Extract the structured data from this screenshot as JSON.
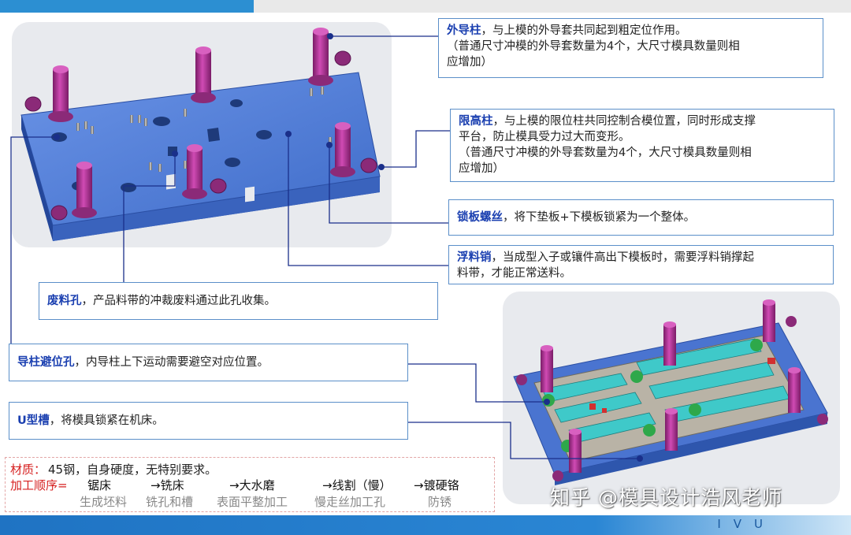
{
  "callouts": {
    "outer_guide": {
      "title": "外导柱",
      "line1": "，与上模的外导套共同起到粗定位作用。",
      "line2": "（普通尺寸冲模的外导套数量为4个，大尺寸模具数量则相",
      "line3": "应增加）"
    },
    "height_limit": {
      "title": "限高柱",
      "line1": "，与上模的限位柱共同控制合模位置，同时形成支撑",
      "line2": "平台，防止模具受力过大而变形。",
      "line3": "（普通尺寸冲模的外导套数量为4个，大尺寸模具数量则相",
      "line4": "应增加）"
    },
    "lock_screw": {
      "title": "锁板螺丝",
      "line1": "，将下垫板+下模板锁紧为一个整体。"
    },
    "float_pin": {
      "title": "浮料销",
      "line1": "，当成型入子或镶件高出下模板时，需要浮料销撑起",
      "line2": "料带，才能正常送料。"
    },
    "scrap_hole": {
      "title": "废料孔",
      "line1": "，产品料带的冲裁废料通过此孔收集。"
    },
    "guide_clearance": {
      "title": "导柱避位孔",
      "line1": "，内导柱上下运动需要避空对应位置。"
    },
    "u_slot": {
      "title": "U型槽",
      "line1": "，将模具锁紧在机床。"
    }
  },
  "legend": {
    "material_label": "材质：",
    "material_value": "45钢，自身硬度，无特别要求。",
    "process_label": "加工顺序=",
    "steps": [
      "锯床",
      "→铣床",
      "→大水磨",
      "→线割（慢）",
      "→镀硬铬"
    ],
    "descriptions": [
      "生成坯料",
      "铣孔和槽",
      "表面平整加工",
      "慢走丝加工孔",
      "防锈"
    ]
  },
  "footer": {
    "text": "IVU"
  },
  "watermark": {
    "text": "知乎 @模具设计浩风老师"
  },
  "colors": {
    "plate": "#4d79d6",
    "pillar": "#b72d9b",
    "accent": "#2c8fd2",
    "callout_title": "#1a3fb0",
    "process_label": "#d62020"
  }
}
